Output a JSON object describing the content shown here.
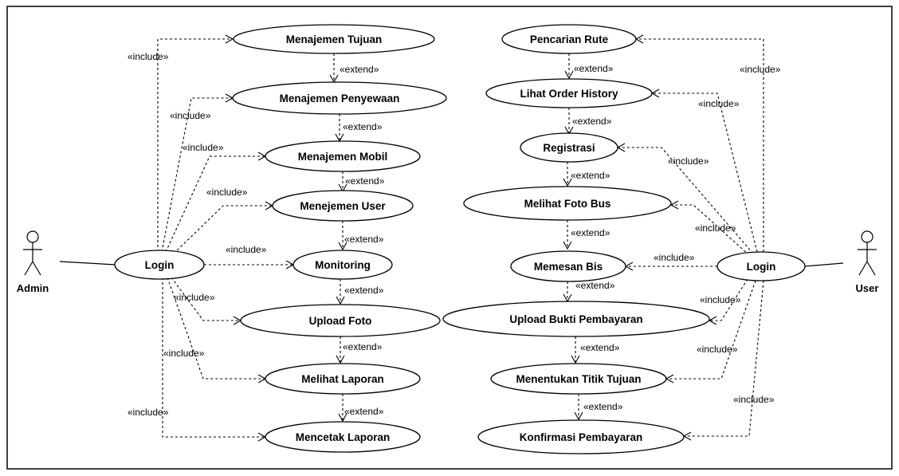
{
  "actors": {
    "admin": "Admin",
    "user": "User"
  },
  "use_cases": {
    "admin_login": "Login",
    "menajemen_tujuan": "Menajemen Tujuan",
    "menajemen_penyewaan": "Menajemen Penyewaan",
    "menajemen_mobil": "Menajemen Mobil",
    "menejemen_user": "Menejemen User",
    "monitoring": "Monitoring",
    "upload_foto": "Upload Foto",
    "melihat_laporan": "Melihat Laporan",
    "mencetak_laporan": "Mencetak Laporan",
    "pencarian_rute": "Pencarian Rute",
    "lihat_order_history": "Lihat Order History",
    "registrasi": "Registrasi",
    "melihat_foto_bus": "Melihat Foto Bus",
    "memesan_bis": "Memesan Bis",
    "upload_bukti_pembayaran": "Upload Bukti Pembayaran",
    "menentukan_titik_tujuan": "Menentukan Titik Tujuan",
    "konfirmasi_pembayaran": "Konfirmasi Pembayaran",
    "user_login": "Login"
  },
  "stereotypes": {
    "include": "«include»",
    "extend": "«extend»"
  }
}
